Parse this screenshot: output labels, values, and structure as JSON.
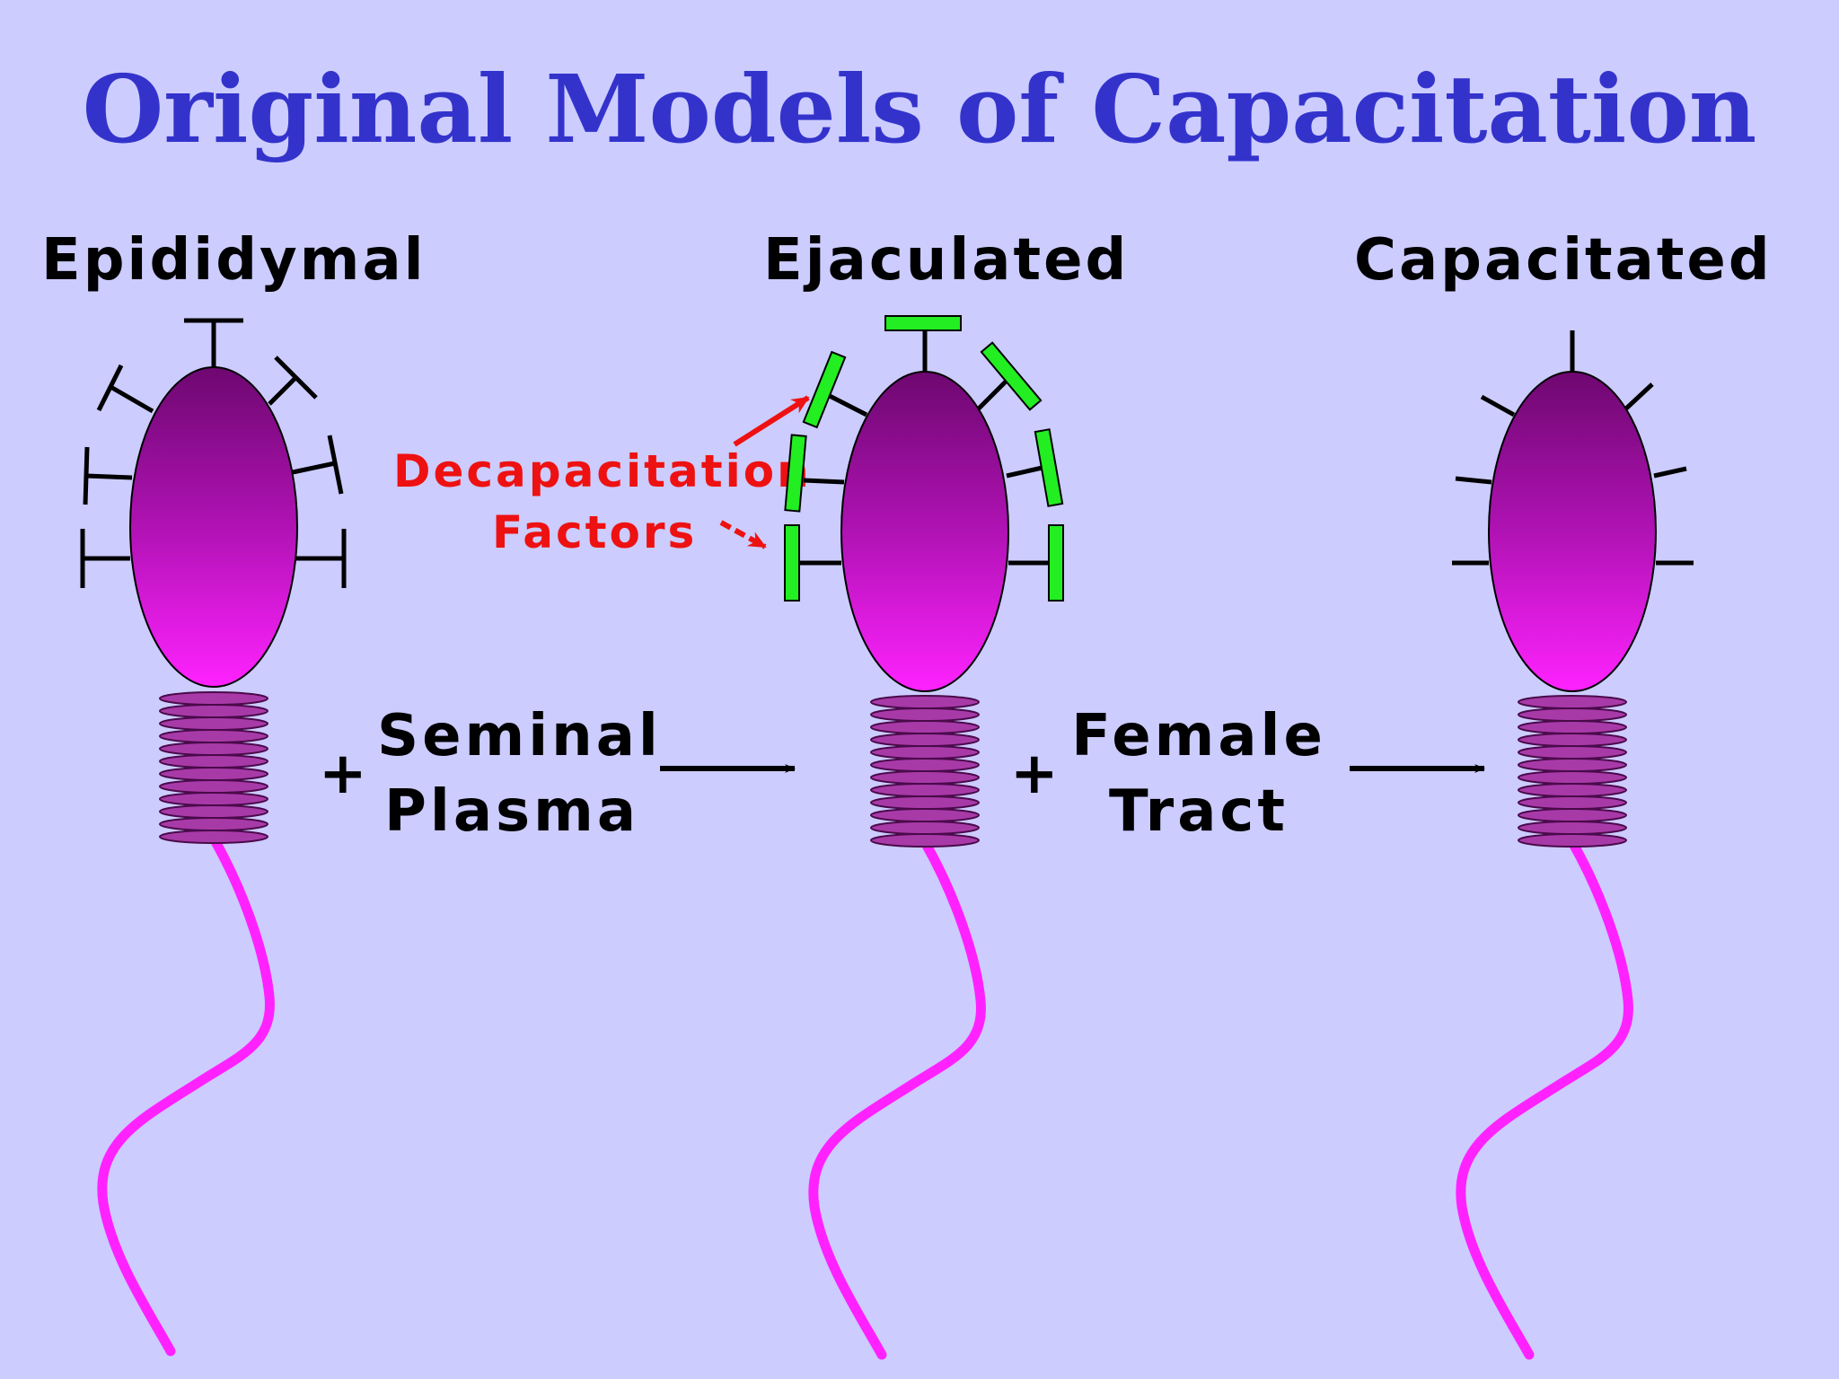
{
  "title": "Original Models of Capacitation",
  "stages": {
    "epididymal": "Epididymal",
    "ejaculated": "Ejaculated",
    "capacitated": "Capacitated"
  },
  "steps": {
    "seminal_line1": "Seminal",
    "seminal_line2": "Plasma",
    "female_line1": "Female",
    "female_line2": "Tract",
    "plus": "+"
  },
  "annotation": {
    "line1": "Decapacitation",
    "line2": "Factors"
  },
  "colors": {
    "background": "#ccccff",
    "title": "#3333cc",
    "head_top": "#7a0a7a",
    "head_bottom": "#ff22ff",
    "tail": "#ff22ff",
    "midpiece": "#b040b0",
    "factor": "#22ee22",
    "annotation": "#ee1111"
  }
}
